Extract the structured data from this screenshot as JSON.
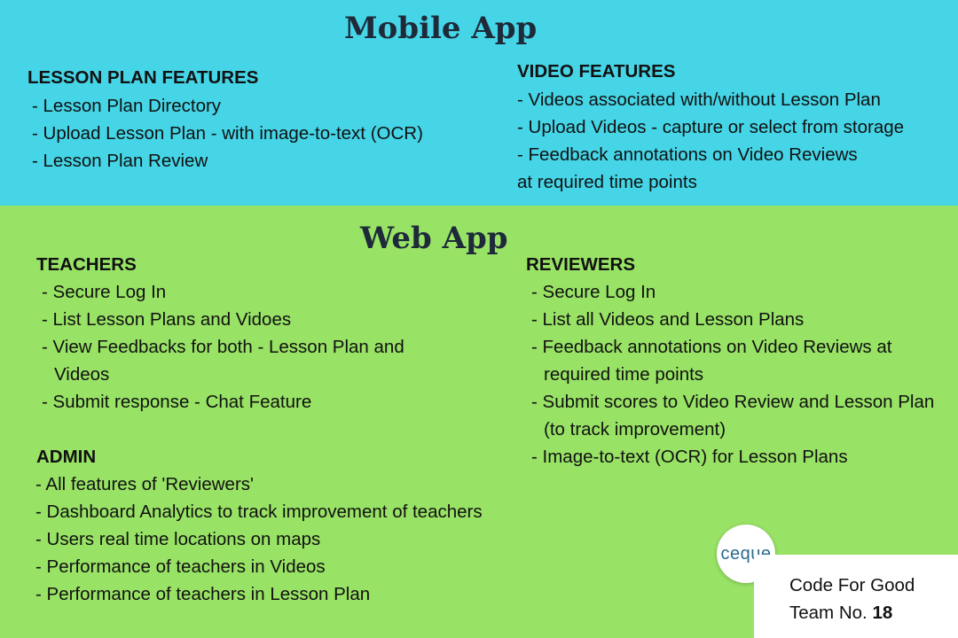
{
  "mobile": {
    "title": "Mobile App",
    "lesson": {
      "heading": "LESSON PLAN FEATURES",
      "items": [
        "- Lesson Plan Directory",
        "- Upload Lesson Plan - with image-to-text (OCR)",
        "- Lesson Plan Review"
      ]
    },
    "video": {
      "heading": "VIDEO FEATURES",
      "items": [
        "- Videos associated with/without Lesson Plan",
        "- Upload Videos - capture or select from storage",
        "- Feedback annotations on Video Reviews",
        "at required time points"
      ]
    }
  },
  "web": {
    "title": "Web App",
    "teachers": {
      "heading": "TEACHERS",
      "items": [
        "- Secure Log In",
        "- List Lesson Plans and Vidoes",
        "- View Feedbacks for both - Lesson Plan and Videos",
        "- Submit response - Chat Feature"
      ]
    },
    "reviewers": {
      "heading": "REVIEWERS",
      "items": [
        "- Secure Log In",
        "- List all Videos and Lesson Plans",
        "- Feedback annotations on Video Reviews at required time points",
        "- Submit scores to Video Review and Lesson Plan (to track improvement)",
        "- Image-to-text (OCR) for Lesson Plans"
      ]
    },
    "admin": {
      "heading": "ADMIN",
      "items": [
        "- All features of 'Reviewers'",
        "- Dashboard Analytics to track improvement of teachers",
        "- Users real time locations on maps",
        "- Performance of teachers in Videos",
        "- Performance of teachers in Lesson Plan"
      ]
    }
  },
  "logo": {
    "text": "ceque"
  },
  "footer": {
    "line1": "Code For Good",
    "team_label": "Team No.",
    "team_number": "18"
  },
  "colors": {
    "mobile_bg": "#45d5e6",
    "web_bg": "#98e265",
    "title_color": "#1e2a3a",
    "logo_text_color": "#2c6a8f"
  }
}
